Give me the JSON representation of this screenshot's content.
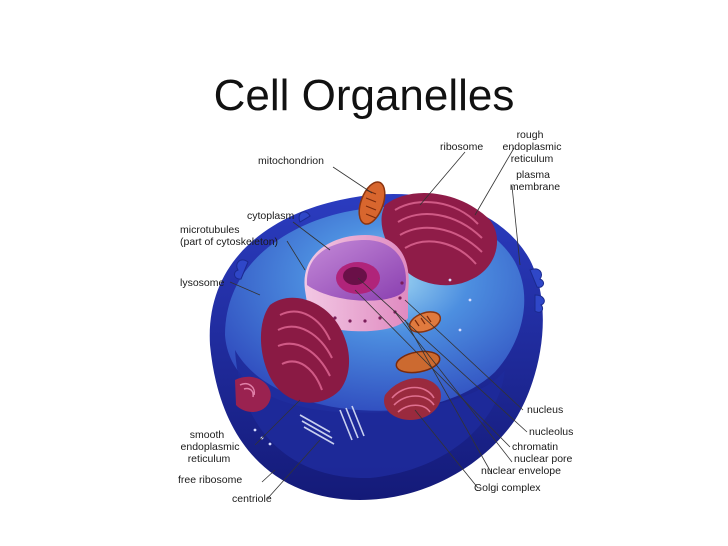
{
  "slide": {
    "title": "Cell Organelles"
  },
  "labels": {
    "mitochondrion": "mitochondrion",
    "cytoplasm": "cytoplasm",
    "microtubules_1": "microtubules",
    "microtubules_2": "(part of cytoskeleton)",
    "lysosome": "lysosome",
    "smooth_er_1": "smooth",
    "smooth_er_2": "endoplasmic",
    "smooth_er_3": "reticulum",
    "free_ribosome": "free ribosome",
    "centriole": "centriole",
    "ribosome": "ribosome",
    "rough_er_1": "rough",
    "rough_er_2": "endoplasmic",
    "rough_er_3": "reticulum",
    "plasma_membrane_1": "plasma",
    "plasma_membrane_2": "membrane",
    "nucleus": "nucleus",
    "nucleolus": "nucleolus",
    "chromatin": "chromatin",
    "nuclear_pore": "nuclear pore",
    "nuclear_envelope": "nuclear envelope",
    "golgi_complex": "Golgi complex"
  },
  "colors": {
    "membrane_outer": "#1b2a8f",
    "cytoplasm": "#3a5fd0",
    "cytoplasm_light": "#5fa8e8",
    "organelle_magenta": "#a0204e",
    "nucleus_purple": "#8a3fb0",
    "nucleus_pink": "#e07ab8",
    "mitochondria_orange": "#e0703a"
  }
}
